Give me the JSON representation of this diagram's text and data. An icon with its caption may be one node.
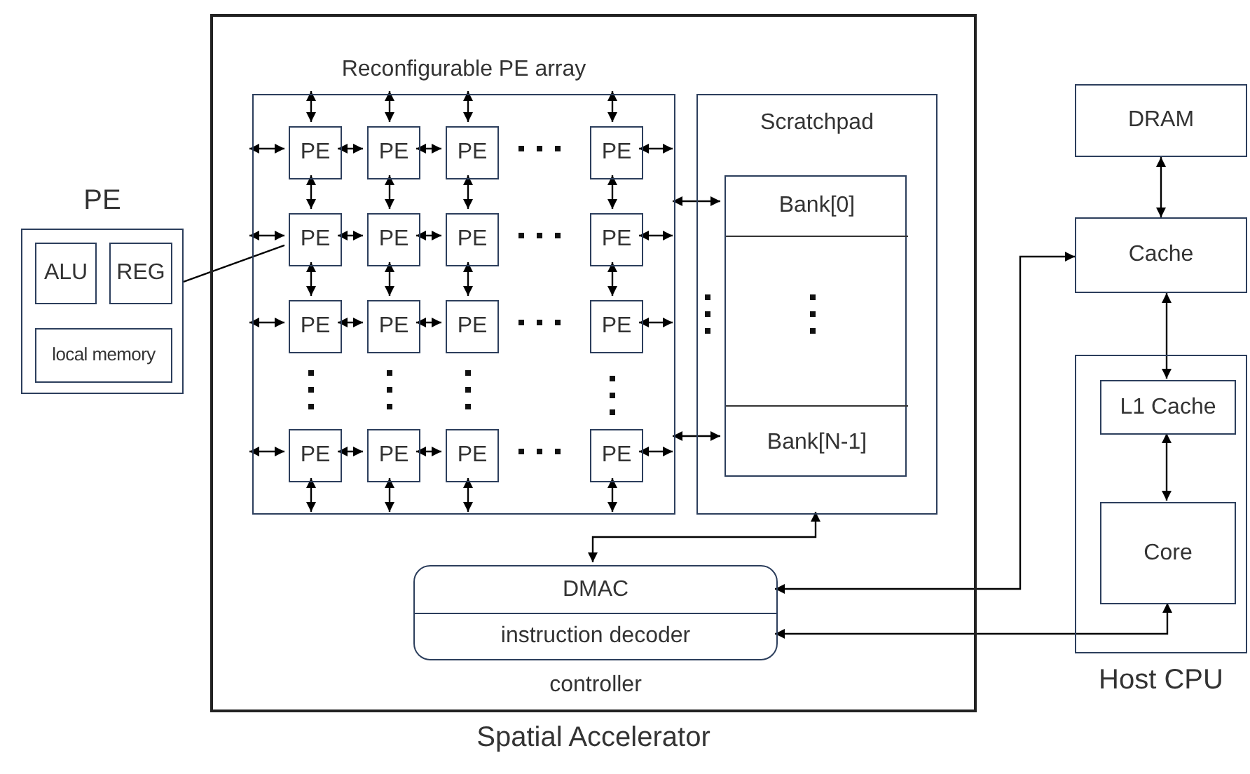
{
  "diagram": {
    "nodes": [
      {
        "text": [
          "Spatial Accelerator"
        ]
      },
      {
        "text": [
          "Reconfigurable PE array"
        ],
        "in": 0
      },
      {
        "text": [
          "PE"
        ],
        "in": 1
      },
      {
        "text": [
          "PE"
        ],
        "in": 1
      },
      {
        "text": [
          "PE"
        ],
        "in": 1
      },
      {
        "text": [
          "PE"
        ],
        "in": 1
      },
      {
        "text": [
          "PE"
        ],
        "in": 1
      },
      {
        "text": [
          "PE"
        ],
        "in": 1
      },
      {
        "text": [
          "PE"
        ],
        "in": 1
      },
      {
        "text": [
          "PE"
        ],
        "in": 1
      },
      {
        "text": [
          "PE"
        ],
        "in": 1
      },
      {
        "text": [
          "PE"
        ],
        "in": 1
      },
      {
        "text": [
          "PE"
        ],
        "in": 1
      },
      {
        "text": [
          "PE"
        ],
        "in": 1
      },
      {
        "text": [
          "PE"
        ],
        "in": 1
      },
      {
        "text": [
          "PE"
        ],
        "in": 1
      },
      {
        "text": [
          "PE"
        ],
        "in": 1
      },
      {
        "text": [
          "PE"
        ],
        "in": 1
      },
      {
        "text": [
          "Scratchpad"
        ],
        "in": 0
      },
      {
        "text": [],
        "shape": "box",
        "in": 18
      },
      {
        "text": [
          "Bank[0]"
        ],
        "in": 19
      },
      {
        "text": [
          "Bank[N-1]"
        ],
        "in": 19
      },
      {
        "text": [
          "controller"
        ],
        "in": 0
      },
      {
        "text": [
          "DMAC"
        ],
        "in": 22
      },
      {
        "text": [
          "instruction decoder"
        ],
        "in": 22
      },
      {
        "text": [
          "DRAM"
        ]
      },
      {
        "text": [
          "Cache"
        ]
      },
      {
        "text": [
          "Host CPU"
        ]
      },
      {
        "text": [
          "L1 Cache"
        ],
        "in": 27
      },
      {
        "text": [
          "Core"
        ],
        "in": 27
      },
      {
        "text": [
          "PE"
        ]
      },
      {
        "text": [
          "ALU"
        ],
        "in": 30
      },
      {
        "text": [
          "REG"
        ],
        "in": 30
      },
      {
        "text": [
          "local memory"
        ],
        "in": 30
      }
    ],
    "edges": [
      {
        "from": 1,
        "to": 2,
        "arrow": "both"
      },
      {
        "from": 2,
        "to": 3,
        "arrow": "both"
      },
      {
        "from": 3,
        "to": 4,
        "arrow": "both"
      },
      {
        "from": 5,
        "to": 1,
        "arrow": "both"
      },
      {
        "from": 1,
        "to": 6,
        "arrow": "both"
      },
      {
        "from": 6,
        "to": 7,
        "arrow": "both"
      },
      {
        "from": 7,
        "to": 8,
        "arrow": "both"
      },
      {
        "from": 9,
        "to": 1,
        "arrow": "both"
      },
      {
        "from": 1,
        "to": 10,
        "arrow": "both"
      },
      {
        "from": 10,
        "to": 11,
        "arrow": "both"
      },
      {
        "from": 11,
        "to": 12,
        "arrow": "both"
      },
      {
        "from": 13,
        "to": 1,
        "arrow": "both"
      },
      {
        "from": 1,
        "to": 14,
        "arrow": "both"
      },
      {
        "from": 14,
        "to": 15,
        "arrow": "both"
      },
      {
        "from": 15,
        "to": 16,
        "arrow": "both"
      },
      {
        "from": 17,
        "to": 1,
        "arrow": "both"
      },
      {
        "from": 1,
        "to": 2,
        "arrow": "both"
      },
      {
        "from": 2,
        "to": 6,
        "arrow": "both"
      },
      {
        "from": 6,
        "to": 10,
        "arrow": "both"
      },
      {
        "from": 14,
        "to": 1,
        "arrow": "both"
      },
      {
        "from": 1,
        "to": 3,
        "arrow": "both"
      },
      {
        "from": 3,
        "to": 7,
        "arrow": "both"
      },
      {
        "from": 7,
        "to": 11,
        "arrow": "both"
      },
      {
        "from": 15,
        "to": 1,
        "arrow": "both"
      },
      {
        "from": 1,
        "to": 4,
        "arrow": "both"
      },
      {
        "from": 4,
        "to": 8,
        "arrow": "both"
      },
      {
        "from": 8,
        "to": 12,
        "arrow": "both"
      },
      {
        "from": 16,
        "to": 1,
        "arrow": "both"
      },
      {
        "from": 1,
        "to": 5,
        "arrow": "both"
      },
      {
        "from": 5,
        "to": 9,
        "arrow": "both"
      },
      {
        "from": 9,
        "to": 13,
        "arrow": "both"
      },
      {
        "from": 17,
        "to": 1,
        "arrow": "both"
      },
      {
        "from": 1,
        "to": 20,
        "arrow": "both"
      },
      {
        "from": 1,
        "to": 21,
        "arrow": "both"
      },
      {
        "from": 18,
        "to": 23,
        "arrow": "both"
      },
      {
        "from": 26,
        "to": 23,
        "arrow": "both"
      },
      {
        "from": 24,
        "to": 29,
        "arrow": "both"
      },
      {
        "from": 25,
        "to": 26,
        "arrow": "both"
      },
      {
        "from": 26,
        "to": 28,
        "arrow": "both"
      },
      {
        "from": 28,
        "to": 29,
        "arrow": "both"
      },
      {
        "from": 30,
        "to": 6,
        "arrow": "none"
      }
    ]
  }
}
